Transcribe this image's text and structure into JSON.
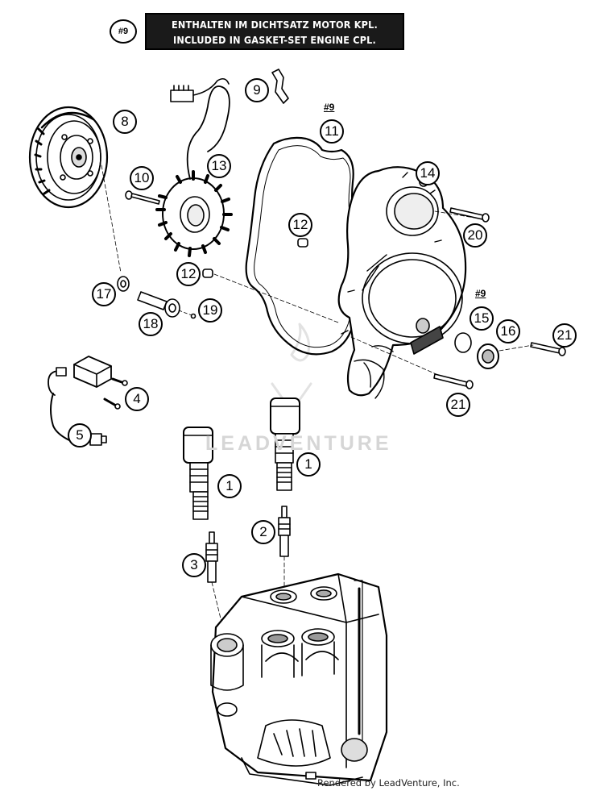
{
  "banner": {
    "hash_tag": "#9",
    "line_de": "ENTHALTEN IM DICHTSATZ MOTOR KPL.",
    "line_en": "INCLUDED IN GASKET-SET ENGINE CPL."
  },
  "callouts": {
    "c1a": "1",
    "c1b": "1",
    "c2": "2",
    "c3": "3",
    "c4": "4",
    "c5": "5",
    "c8": "8",
    "c9": "9",
    "c10": "10",
    "c11": "11",
    "c12a": "12",
    "c12b": "12",
    "c13": "13",
    "c14": "14",
    "c15": "15",
    "c16": "16",
    "c17": "17",
    "c18": "18",
    "c19": "19",
    "c20": "20",
    "c21a": "21",
    "c21b": "21"
  },
  "refs": {
    "r11": "#9",
    "r15": "#9"
  },
  "watermark": "LEADVENTURE",
  "footer": "Rendered by LeadVenture, Inc."
}
